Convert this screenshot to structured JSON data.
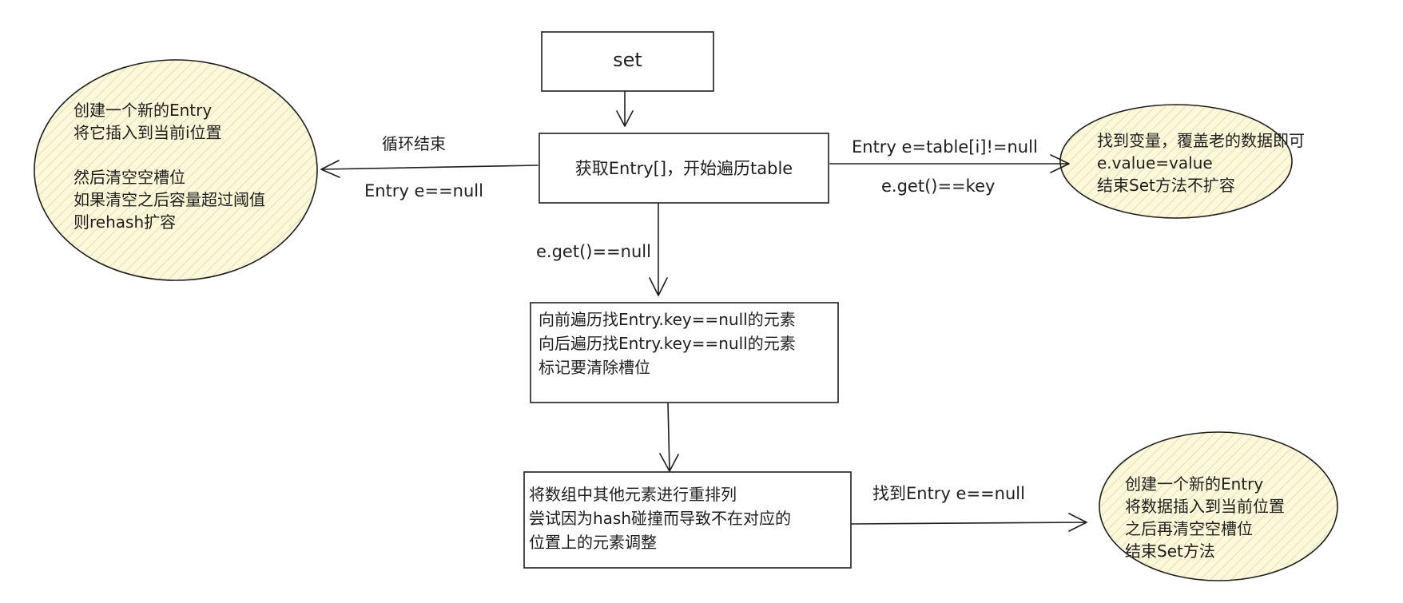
{
  "colors": {
    "stroke": "#1e1e1e",
    "ellipse_fill": "#fdf8dc",
    "hatch": "#e7dfa8",
    "background": "#ffffff"
  },
  "nodes": {
    "set_box": {
      "text": "set"
    },
    "fetch_box": {
      "text": "获取Entry[]，开始遍历table"
    },
    "traverse_box": {
      "lines": [
        "向前遍历找Entry.key==null的元素",
        "向后遍历找Entry.key==null的元素",
        "标记要清除槽位"
      ]
    },
    "rearrange_box": {
      "lines": [
        "将数组中其他元素进行重排列",
        "尝试因为hash碰撞而导致不在对应的",
        "位置上的元素调整"
      ]
    },
    "left_ellipse": {
      "lines": [
        "创建一个新的Entry",
        "将它插入到当前i位置",
        "",
        "然后清空空槽位",
        "如果清空之后容量超过阈值",
        "则rehash扩容"
      ]
    },
    "right_top_ellipse": {
      "lines": [
        "找到变量，覆盖老的数据即可",
        "e.value=value",
        "结束Set方法不扩容"
      ]
    },
    "right_bottom_ellipse": {
      "lines": [
        "创建一个新的Entry",
        "将数据插入到当前位置",
        "之后再清空空槽位",
        "结束Set方法"
      ]
    }
  },
  "edge_labels": {
    "loop_end": "循环结束",
    "entry_null_left": "Entry e==null",
    "table_not_null": "Entry e=table[i]!=null",
    "get_eq_key": "e.get()==key",
    "get_eq_null": "e.get()==null",
    "found_entry_null": "找到Entry e==null"
  }
}
